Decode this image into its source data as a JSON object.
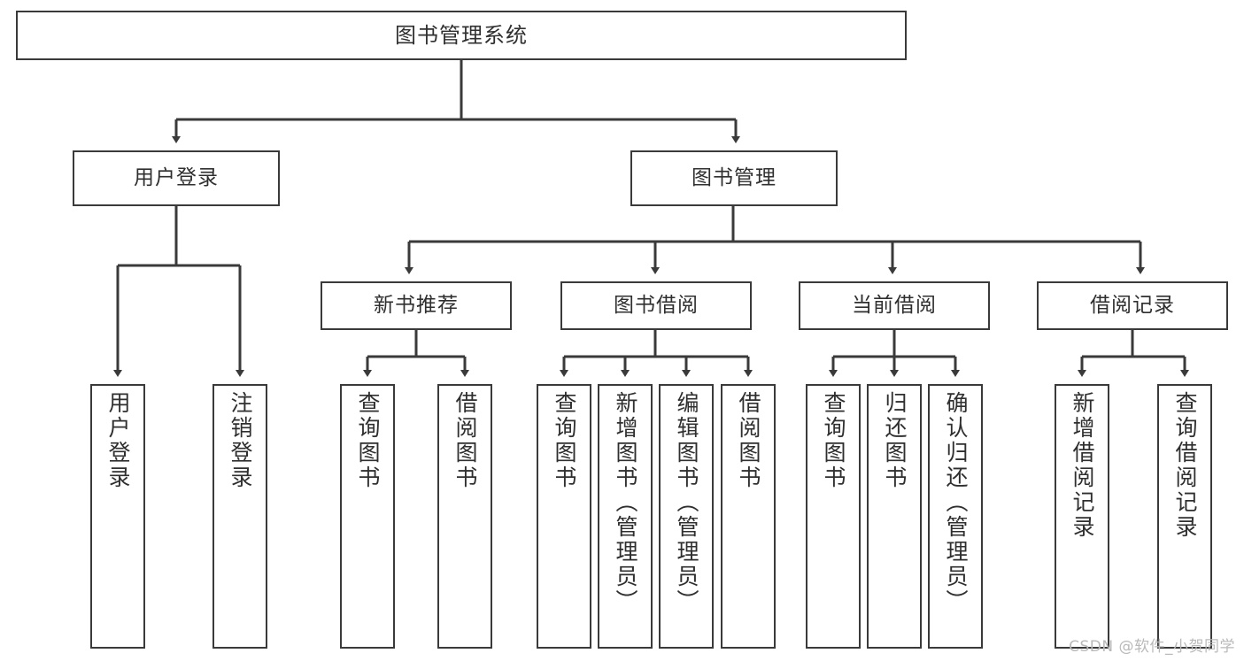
{
  "diagram": {
    "title": "图书管理系统",
    "style": {
      "box_stroke": "#3a3a3a",
      "box_fill": "#ffffff",
      "text_color": "#2f2f2f",
      "connector_color": "#3a3a3a",
      "background": "#ffffff"
    },
    "root": {
      "label": "图书管理系统"
    },
    "level2": [
      {
        "label": "用户登录"
      },
      {
        "label": "图书管理"
      }
    ],
    "level3": [
      {
        "label": "新书推荐"
      },
      {
        "label": "图书借阅"
      },
      {
        "label": "当前借阅"
      },
      {
        "label": "借阅记录"
      }
    ],
    "leaves": [
      {
        "label": "用户登录"
      },
      {
        "label": "注销登录"
      },
      {
        "label": "查询图书"
      },
      {
        "label": "借阅图书"
      },
      {
        "label": "查询图书"
      },
      {
        "label": "新增图书（管理员）"
      },
      {
        "label": "编辑图书（管理员）"
      },
      {
        "label": "借阅图书"
      },
      {
        "label": "查询图书"
      },
      {
        "label": "归还图书"
      },
      {
        "label": "确认归还（管理员）"
      },
      {
        "label": "新增借阅记录"
      },
      {
        "label": "查询借阅记录"
      }
    ]
  },
  "watermark": {
    "text": "CSDN @软件_小贺同学"
  }
}
